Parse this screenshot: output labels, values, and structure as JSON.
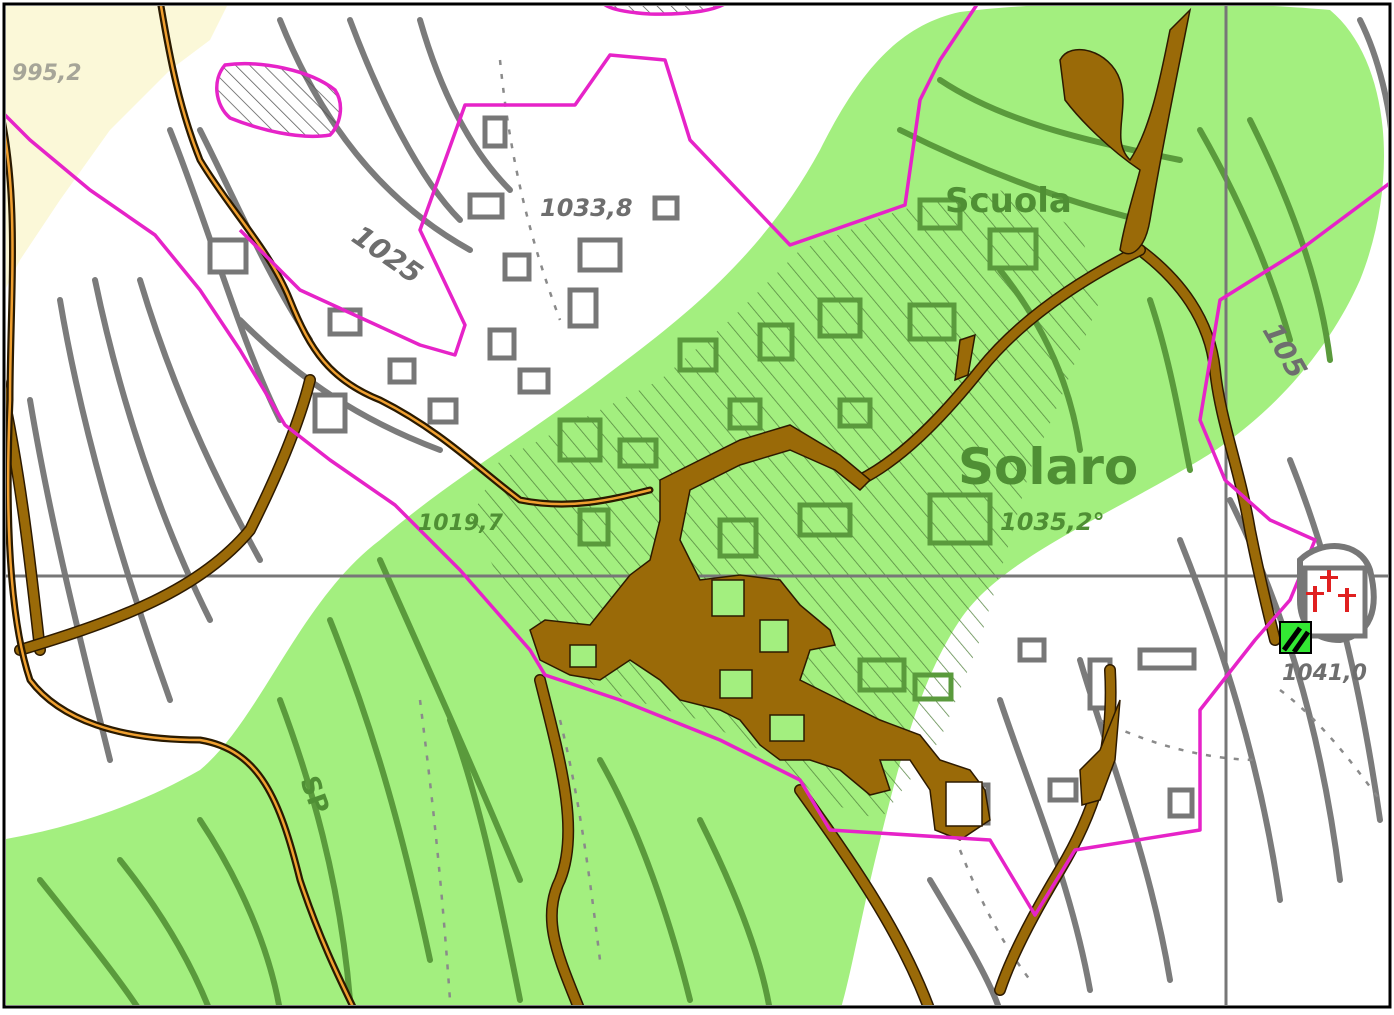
{
  "map": {
    "place_labels": {
      "solaro": "Solaro",
      "scuola": "Scuola"
    },
    "elevations": {
      "e1033_8": "1033,8",
      "e1035_2": "1035,2°",
      "e1019_7": "1019,7",
      "e1041_0": "1041,0",
      "e1025": "1025",
      "e995_2": "995,2",
      "e105": "105"
    },
    "road_code": "SP",
    "colors": {
      "forest": "#a3ef7f",
      "plain": "#fbf8d8",
      "boundary": "#e623c8",
      "road_brown": "#9a6a08",
      "cemetery_symbol": "#e02020",
      "marker": "#33e833"
    },
    "icons": {
      "cemetery": "cemetery-cross-icon",
      "marker": "hatched-square-marker-icon"
    }
  }
}
